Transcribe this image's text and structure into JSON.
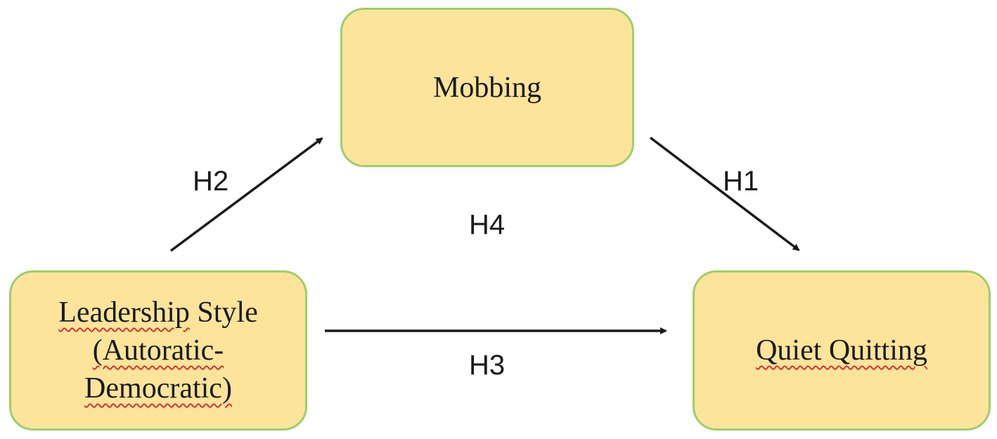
{
  "colors": {
    "box_fill": "#fde49b",
    "box_border": "#9ccf6a",
    "arrow": "#1a1a1a",
    "spellcheck_underline": "#d93030"
  },
  "nodes": {
    "mobbing": {
      "lines": [
        "Mobbing"
      ]
    },
    "leadership": {
      "lines": [
        "Leadership Style",
        "(Autoratic-",
        "Democratic)"
      ]
    },
    "quiet": {
      "lines": [
        "Quiet Quitting"
      ]
    }
  },
  "edges": [
    {
      "label": "H2",
      "from": "Leadership Style (Autoratic-Democratic)",
      "to": "Mobbing"
    },
    {
      "label": "H1",
      "from": "Mobbing",
      "to": "Quiet Quitting"
    },
    {
      "label": "H3",
      "from": "Leadership Style (Autoratic-Democratic)",
      "to": "Quiet Quitting"
    }
  ],
  "mediation_label": "H4"
}
